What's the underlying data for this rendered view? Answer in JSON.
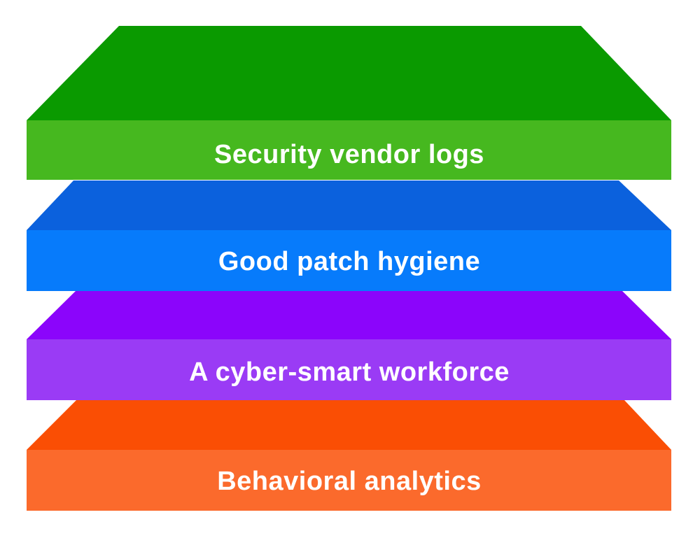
{
  "diagram": {
    "background_color": "#ffffff",
    "label_text_color": "#ffffff",
    "layers": [
      {
        "name": "security-vendor-logs",
        "label": "Security vendor logs",
        "colors": {
          "top": "#0a9a00",
          "front": "#46b81f"
        }
      },
      {
        "name": "good-patch-hygiene",
        "label": "Good patch hygiene",
        "colors": {
          "top": "#0b61dd",
          "front": "#077bfb"
        }
      },
      {
        "name": "a-cyber-smart-workforce",
        "label": "A cyber-smart workforce",
        "colors": {
          "top": "#8b05fb",
          "front": "#9a3bf5"
        }
      },
      {
        "name": "behavioral-analytics",
        "label": "Behavioral analytics",
        "colors": {
          "top": "#fa4e04",
          "front": "#fb6a2c"
        }
      }
    ]
  }
}
